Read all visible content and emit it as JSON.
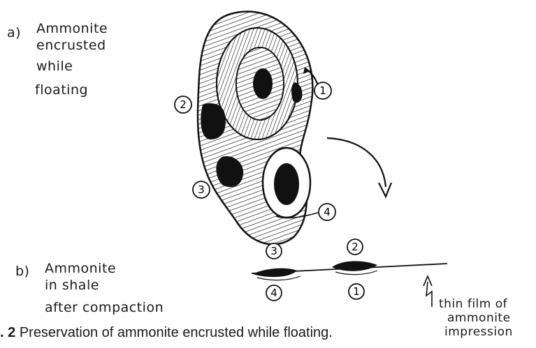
{
  "part_a": {
    "letter": "a)",
    "lines": [
      "Ammonite",
      "encrusted",
      "while",
      "floating"
    ]
  },
  "part_b": {
    "letter": "b)",
    "lines": [
      "Ammonite",
      "in shale",
      "after compaction"
    ]
  },
  "markers": {
    "m1": "1",
    "m2": "2",
    "m3": "3",
    "m4": "4"
  },
  "film_label": {
    "lines": [
      "thin film of",
      "ammonite",
      "impression"
    ]
  },
  "caption": {
    "number": ". 2",
    "text": "Preservation of ammonite encrusted while floating."
  }
}
